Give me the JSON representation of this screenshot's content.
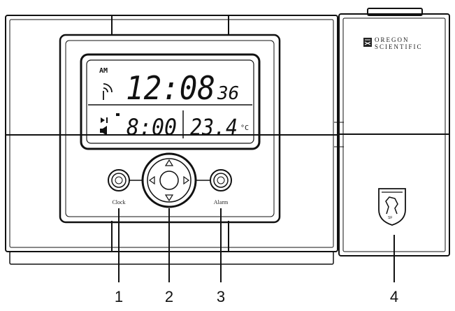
{
  "display": {
    "am_label": "AM",
    "time": "12:08",
    "seconds": "36",
    "alarm_time": "8:00",
    "temperature": "23.4",
    "temp_unit": "°C"
  },
  "buttons": {
    "left_label": "Clock",
    "right_label": "Alarm"
  },
  "brand": {
    "line1": "OREGON",
    "line2": "SCIENTIFIC"
  },
  "callouts": [
    "1",
    "2",
    "3",
    "4"
  ],
  "colors": {
    "outline": "#111111",
    "background": "#ffffff"
  },
  "icons": [
    "radio-signal-icon",
    "play-pause-icon",
    "speaker-icon",
    "navigation-pad-icon",
    "horse-emblem-icon",
    "brand-logo-icon"
  ]
}
